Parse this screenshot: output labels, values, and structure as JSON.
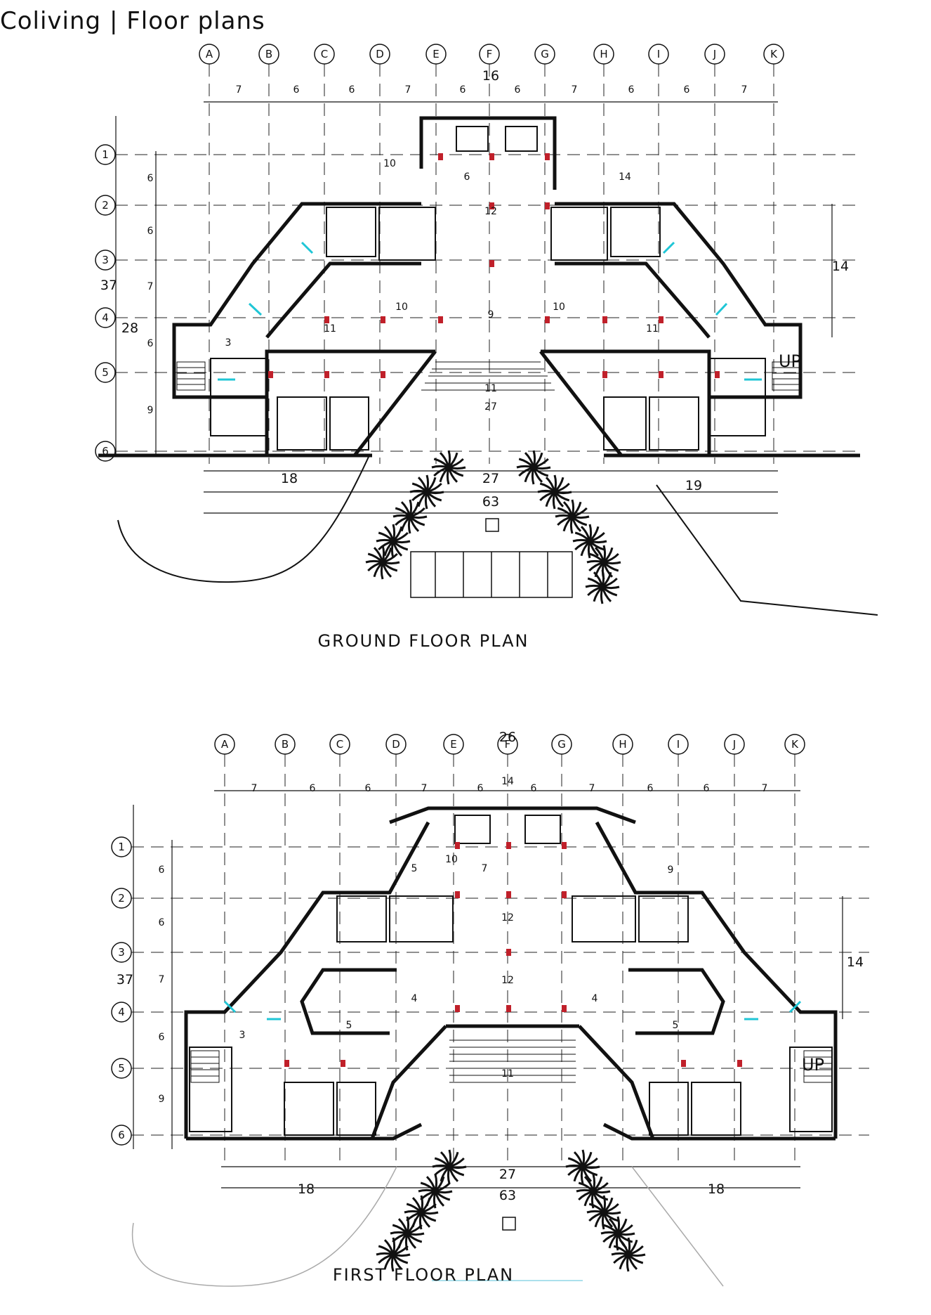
{
  "page_title": "Coliving | Floor plans",
  "column_grid": [
    "A",
    "B",
    "C",
    "D",
    "E",
    "F",
    "G",
    "H",
    "I",
    "J",
    "K"
  ],
  "row_grid": [
    "1",
    "2",
    "3",
    "4",
    "5",
    "6"
  ],
  "ground_floor": {
    "caption": "GROUND FLOOR PLAN",
    "top_dims": [
      "7",
      "6",
      "6",
      "7",
      "6",
      "6",
      "7",
      "6",
      "6",
      "7"
    ],
    "top_total": "16",
    "left_dims": [
      "6",
      "6",
      "7",
      "6",
      "9"
    ],
    "overall_left": "37",
    "overall_left2": "28",
    "right_dim": "14",
    "bottom_left": "18",
    "bottom_right": "19",
    "bottom_center": "27",
    "overall_width": "63",
    "room_dims": [
      "6",
      "12",
      "10",
      "10",
      "9",
      "11",
      "11",
      "11",
      "27",
      "3",
      "10",
      "14"
    ],
    "stair_label": "UP"
  },
  "first_floor": {
    "caption": "FIRST FLOOR PLAN",
    "top_dims": [
      "7",
      "6",
      "6",
      "7",
      "6",
      "6",
      "7",
      "6",
      "6",
      "7"
    ],
    "top_total": "26",
    "top_center": "14",
    "left_dims": [
      "6",
      "6",
      "7",
      "6",
      "9"
    ],
    "overall_left": "37",
    "right_dim": "14",
    "bottom_left": "18",
    "bottom_right": "18",
    "bottom_center": "27",
    "overall_width": "63",
    "room_dims": [
      "7",
      "12",
      "12",
      "10",
      "5",
      "9",
      "4",
      "4",
      "5",
      "5",
      "11",
      "3"
    ],
    "stair_label": "UP"
  }
}
